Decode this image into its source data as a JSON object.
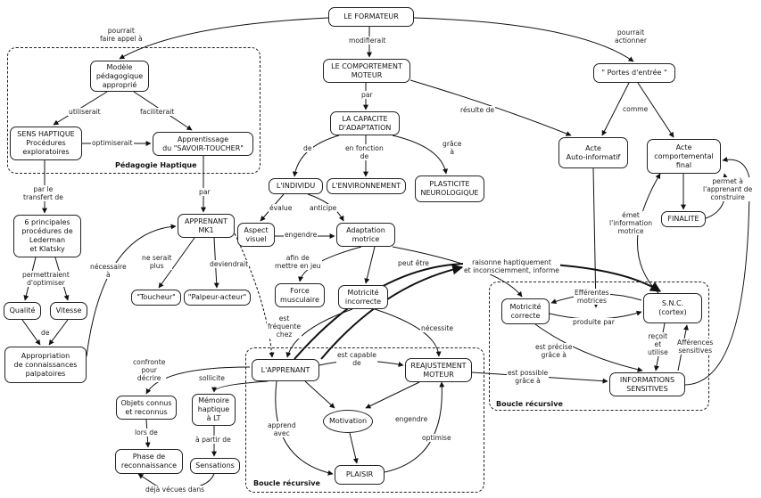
{
  "groups": {
    "pedagogie": "Pédagogie Haptique",
    "boucle1": "Boucle récursive",
    "boucle2": "Boucle récursive"
  },
  "nodes": {
    "formateur": "LE FORMATEUR",
    "comportement": "LE COMPORTEMENT\nMOTEUR",
    "portes": "\" Portes d'entrée \"",
    "modele": "Modèle\npédagogique\napproprié",
    "capacite": "LA CAPACITE\nD'ADAPTATION",
    "sens": "SENS HAPTIQUE\nProcédures\nexploratoires",
    "apprentissage": "Apprentissage\ndu \"SAVOIR-TOUCHER\"",
    "acte_auto": "Acte\nAuto-informatif",
    "acte_comp": "Acte\ncomportemental\nfinal",
    "individu": "L'INDIVIDU",
    "environnement": "L'ENVIRONNEMENT",
    "plasticite": "PLASTICITE\nNEUROLOGIQUE",
    "finalite": "FINALITE",
    "six": "6 principales\nprocédures de\nLederman\net Klatsky",
    "apprenant_mk1": "APPRENANT\nMK1",
    "aspect": "Aspect\nvisuel",
    "adaptation": "Adaptation\nmotrice",
    "qualite": "Qualité",
    "vitesse": "Vitesse",
    "toucheur": "\"Toucheur\"",
    "palpeur": "\"Palpeur-acteur\"",
    "force": "Force\nmusculaire",
    "motricite_inc": "Motricité\nincorrecte",
    "motricite_cor": "Motricité\ncorrecte",
    "snc": "S.N.C.\n(cortex)",
    "appropriation": "Appropriation\nde connaissances\npalpatoires",
    "apprenant": "L'APPRENANT",
    "reajustement": "REAJUSTEMENT\nMOTEUR",
    "informations": "INFORMATIONS\nSENSITIVES",
    "objets": "Objets connus\net reconnus",
    "memoire": "Mémoire\nhaptique\nà LT",
    "motivation": "Motivation",
    "phase": "Phase de\nreconnaissance",
    "sensations": "Sensations",
    "plaisir": "PLAISIR"
  },
  "labels": {
    "pourrait_faire": "pourrait\nfaire appel à",
    "modifierait": "modifierait",
    "pourrait_actionner": "pourrait\nactionner",
    "utiliserait": "utiliserait",
    "faciliterait": "faciliterait",
    "par1": "par",
    "resulte": "résulte de",
    "comme": "comme",
    "optimiserait": "optimiserait",
    "de1": "de",
    "en_fonction": "en fonction\nde",
    "grace_a": "grâce\nà",
    "par_le": "par le\ntransfert de",
    "par2": "par",
    "evalue": "évalue",
    "anticipe": "anticipe",
    "emet": "émet\nl'information\nmotrice",
    "permet": "permet à\nl'apprenant de\nconstruire",
    "engendre1": "engendre",
    "raisonne": "raisonne haptiquement\net inconsciemment, informe",
    "permettraient": "permettraient\nd'optimiser",
    "ne_serait": "ne serait\nplus",
    "deviendrait": "deviendrait",
    "necessaire": "nécessaire\nà",
    "afin": "afin de\nmettre en jeu",
    "peut_etre": "peut être",
    "efferentes": "Efférentes\nmotrices",
    "produite": "produite par",
    "de2": "de",
    "est_frequente": "est\nfréquente\nchez",
    "necessite": "nécessite",
    "est_precise": "est précise\ngrâce à",
    "recoit": "reçoit\net\nutilise",
    "afferences": "Afférences\nsensitives",
    "confronte": "confronte\npour\ndécrire",
    "est_capable": "est capable\nde",
    "est_possible": "est possible\ngrâce à",
    "sollicite": "sollicite",
    "lors_de": "lors de",
    "a_partir": "à partir de",
    "apprend": "apprend\navec",
    "engendre2": "engendre",
    "optimise": "optimise",
    "deja": "déjà vécues dans"
  }
}
